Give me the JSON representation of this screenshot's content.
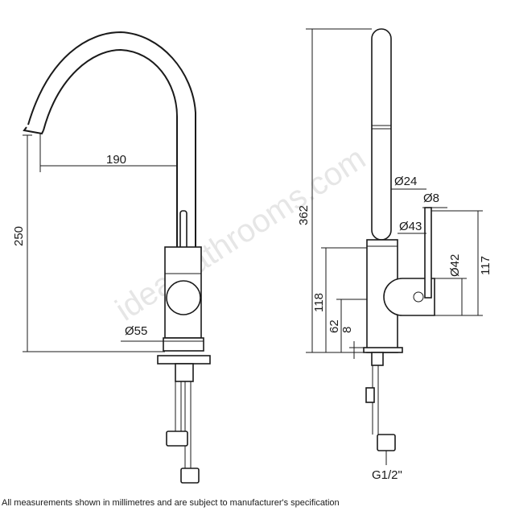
{
  "watermark": "idealbathrooms.com",
  "front_view": {
    "dim_spout_reach": "190",
    "dim_height": "250",
    "dim_base_diameter": "Ø55"
  },
  "side_view": {
    "dim_total_height": "362",
    "dim_spout_diameter": "Ø24",
    "dim_lever_diameter": "Ø8",
    "dim_handle_diameter": "Ø43",
    "dim_body_diameter": "Ø42",
    "dim_body_height": "117",
    "dim_lever_height": "118",
    "dim_lower_height": "62",
    "dim_base_height": "8",
    "dim_thread": "G1/2\""
  },
  "footnote": "All measurements shown in millimetres and are subject to manufacturer's specification"
}
